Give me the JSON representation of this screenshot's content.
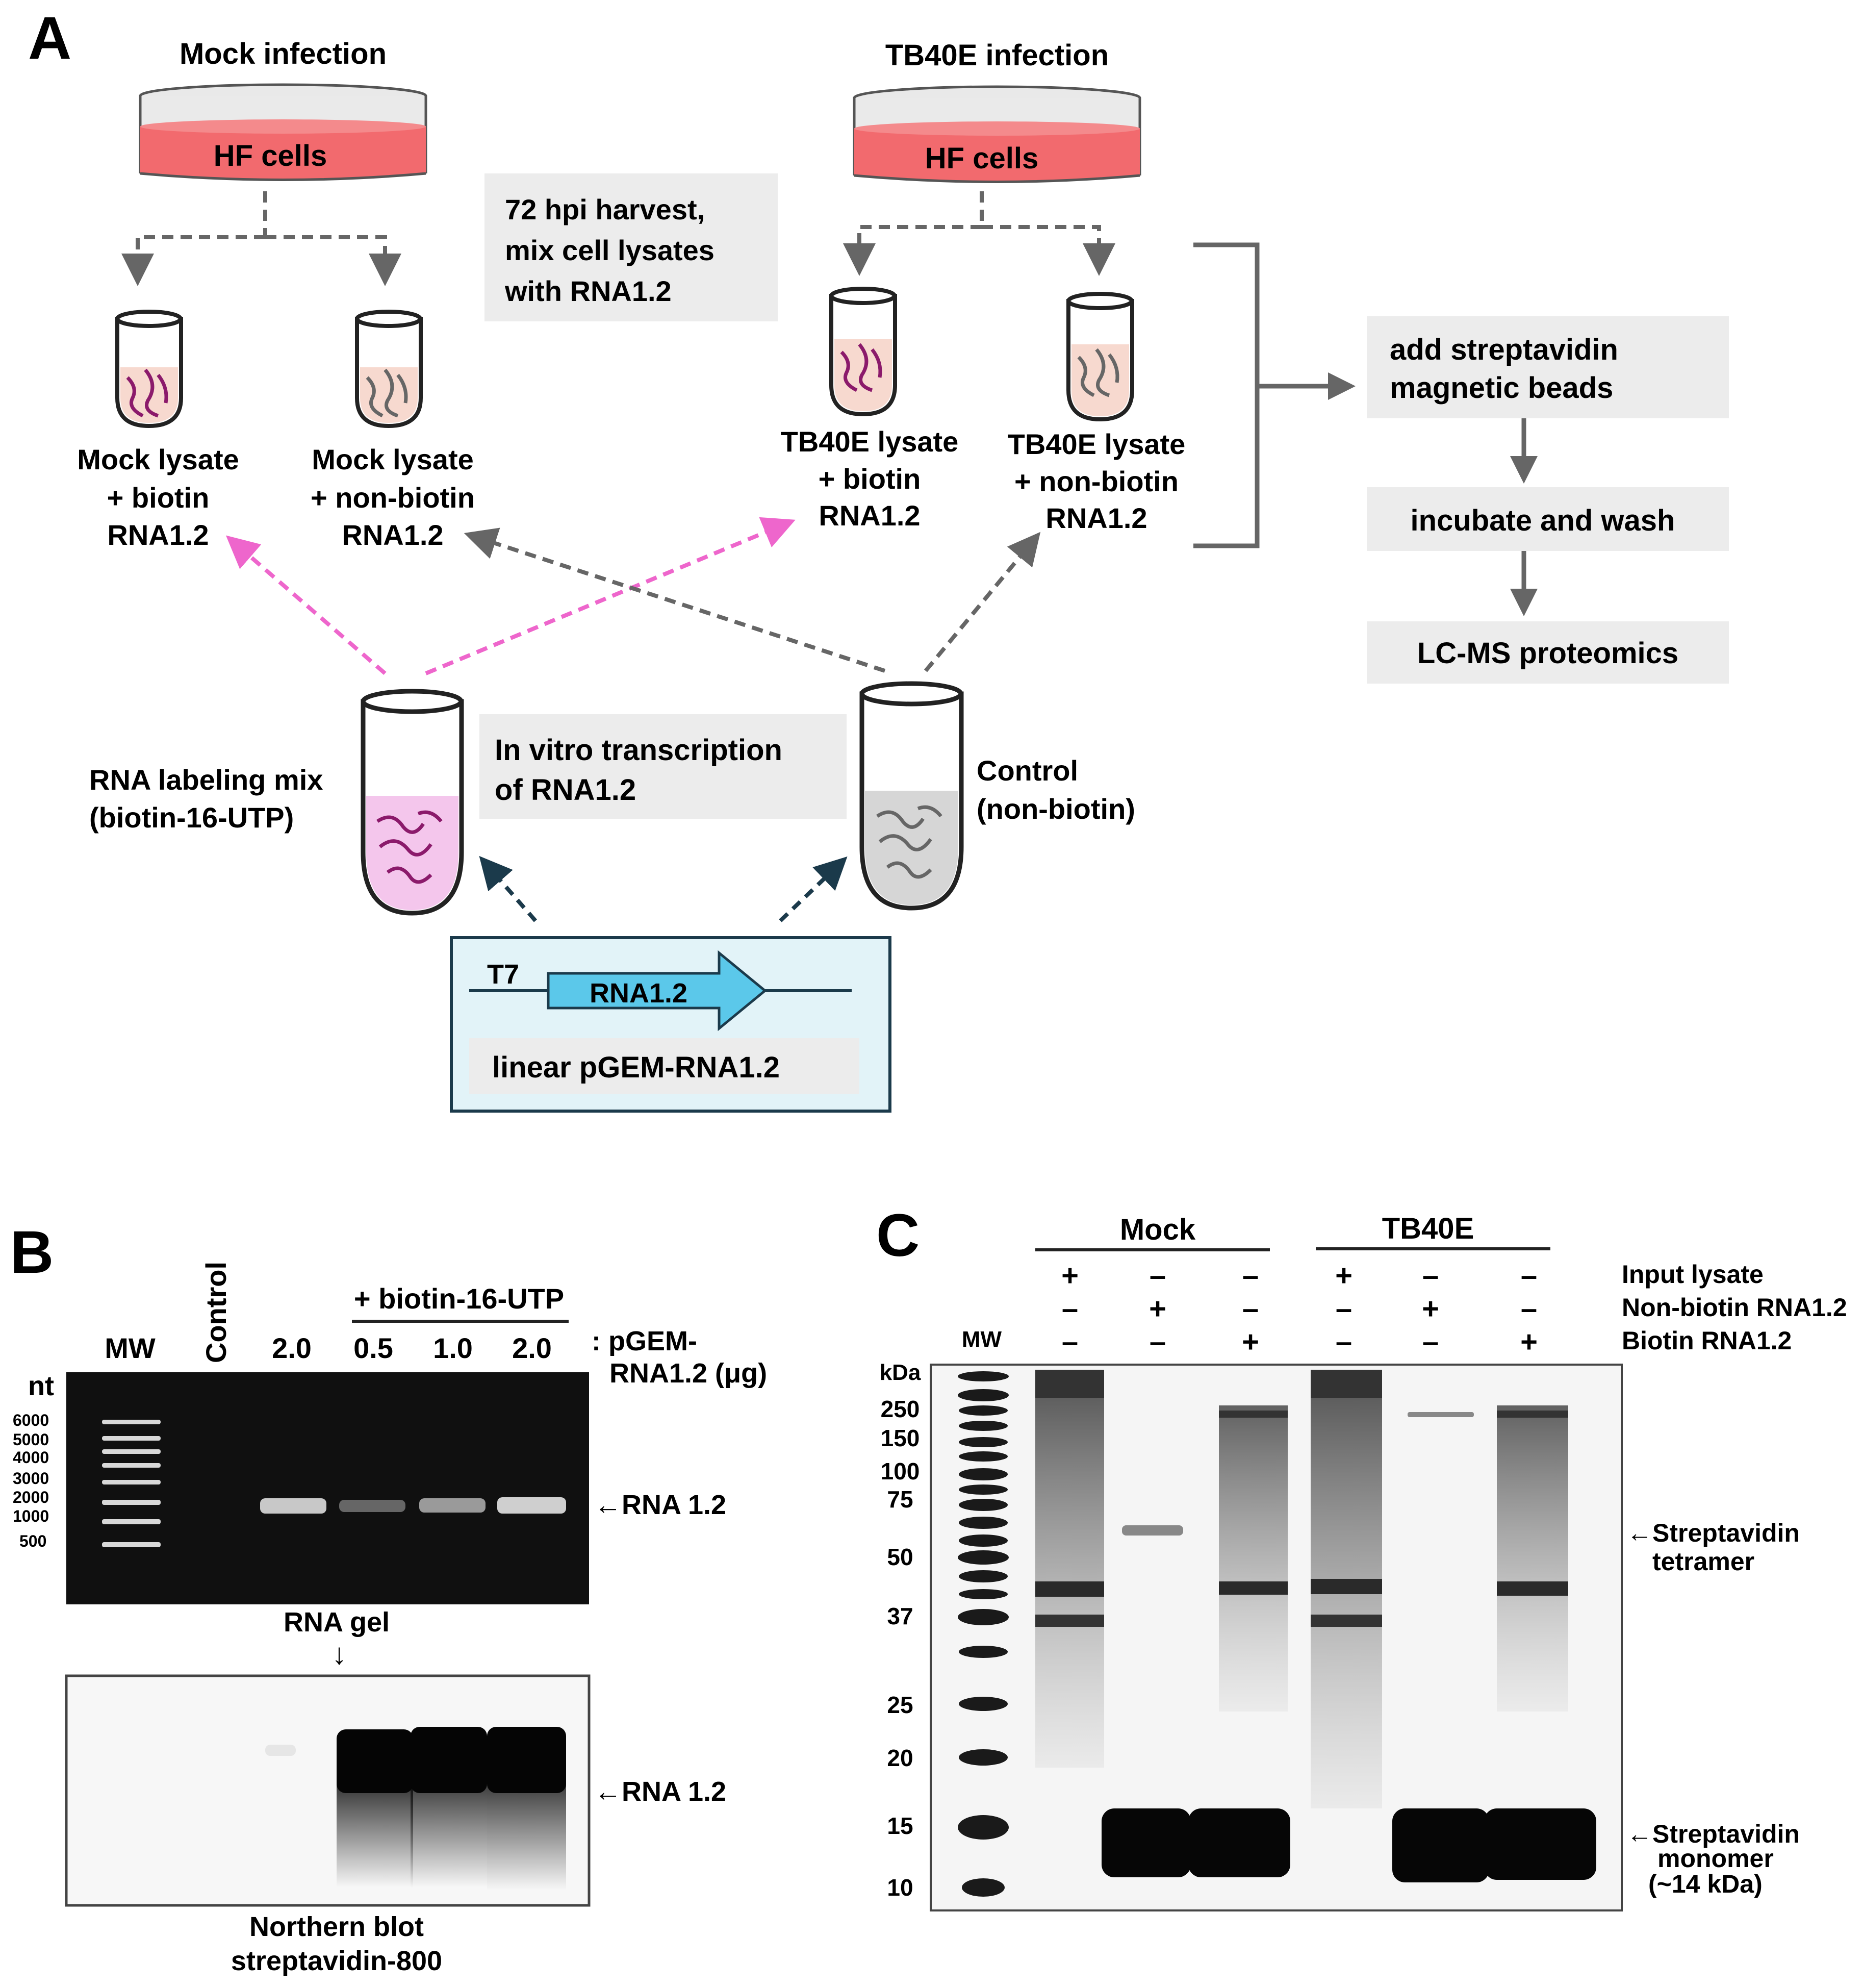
{
  "panelA": {
    "letter": "A",
    "mock_title": "Mock infection",
    "tb_title": "TB40E infection",
    "dish_label": "HF cells",
    "harvest_note": [
      "72 hpi harvest,",
      "mix cell lysates",
      "with RNA1.2"
    ],
    "tube_labels": {
      "mock_biotin": [
        "Mock lysate",
        "+ biotin",
        "RNA1.2"
      ],
      "mock_nonbiotin": [
        "Mock lysate",
        "+ non-biotin",
        "RNA1.2"
      ],
      "tb_biotin": [
        "TB40E lysate",
        "+ biotin",
        "RNA1.2"
      ],
      "tb_nonbiotin": [
        "TB40E lysate",
        "+ non-biotin",
        "RNA1.2"
      ]
    },
    "steps": [
      [
        "add streptavidin",
        "magnetic beads"
      ],
      [
        "incubate and wash"
      ],
      [
        "LC-MS proteomics"
      ]
    ],
    "labeling_mix": [
      "RNA labeling mix",
      "(biotin-16-UTP)"
    ],
    "ivt_note": [
      "In vitro transcription",
      "of RNA1.2"
    ],
    "control": [
      "Control",
      "(non-biotin)"
    ],
    "promoter": "T7",
    "gene": "RNA1.2",
    "plasmid": "linear pGEM-RNA1.2",
    "colors": {
      "dish": "#f26a6e",
      "pink_arrow": "#ee66cc",
      "gray_arrow": "#666666",
      "navy_arrow": "#1b3a4b",
      "gene": "#5bc8ea",
      "plasmid_box": "#e2f3f8"
    }
  },
  "panelB": {
    "letter": "B",
    "lane_labels": [
      "MW",
      "Control",
      "2.0",
      "0.5",
      "1.0",
      "2.0"
    ],
    "biotin_header": "+ biotin-16-UTP",
    "amount_label": [
      ": pGEM-",
      "RNA1.2 (μg)"
    ],
    "nt_label": "nt",
    "ladder": [
      "6000",
      "5000",
      "4000",
      "3000",
      "2000",
      "1000",
      "500"
    ],
    "gel_band": "←RNA 1.2",
    "gel_caption": "RNA gel",
    "gel_arrow": "↓",
    "blot_band": "←RNA 1.2",
    "blot_caption": [
      "Northern blot",
      "streptavidin-800"
    ]
  },
  "panelC": {
    "letter": "C",
    "groups": [
      "Mock",
      "TB40E"
    ],
    "row_labels": [
      "Input lysate",
      "Non-biotin RNA1.2",
      "Biotin RNA1.2"
    ],
    "signs": [
      [
        "+",
        "–",
        "–",
        "+",
        "–",
        "–"
      ],
      [
        "–",
        "+",
        "–",
        "–",
        "+",
        "–"
      ],
      [
        "–",
        "–",
        "+",
        "–",
        "–",
        "+"
      ]
    ],
    "mw_label": "MW",
    "kda_label": "kDa",
    "markers": [
      "250",
      "150",
      "100",
      "75",
      "50",
      "37",
      "25",
      "20",
      "15",
      "10"
    ],
    "tetramer": [
      "←Streptavidin",
      "tetramer"
    ],
    "monomer": [
      "←Streptavidin",
      "monomer",
      "(~14 kDa)"
    ]
  }
}
